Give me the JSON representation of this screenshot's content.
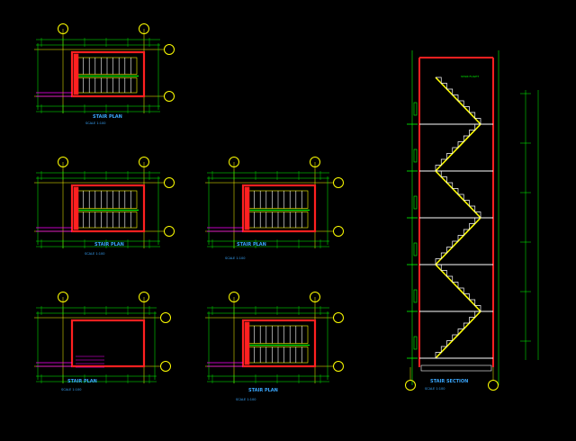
{
  "drawing": {
    "background": "#000000",
    "colors": {
      "grid": "#ffff00",
      "dimension": "#00ff00",
      "wall": "#ff2020",
      "stair": "#ffff00",
      "detail": "#ff00ff",
      "text": "#3aa8ff",
      "white": "#ffffff"
    },
    "plans": [
      {
        "id": "plan-1",
        "has_bubbles_right": true,
        "caption_title": "STAIR PLAN",
        "caption_sub": "SCALE 1:100"
      },
      {
        "id": "plan-2",
        "has_bubbles_right": true,
        "caption_title": "STAIR PLAN",
        "caption_sub": "SCALE 1:100"
      },
      {
        "id": "plan-3",
        "has_bubbles_right": true,
        "caption_title": "STAIR PLAN",
        "caption_sub": "SCALE 1:100"
      },
      {
        "id": "plan-4",
        "has_bubbles_right": true,
        "caption_title": "STAIR PLAN",
        "caption_sub": "SCALE 1:100"
      },
      {
        "id": "plan-5",
        "has_bubbles_right": true,
        "caption_title": "STAIR PLAN",
        "caption_sub": "SCALE 1:100"
      }
    ],
    "section": {
      "caption_title": "STAIR SECTION",
      "caption_sub": "SCALE 1:100",
      "note": "STAIR FLIGHT",
      "flights": 6
    }
  }
}
